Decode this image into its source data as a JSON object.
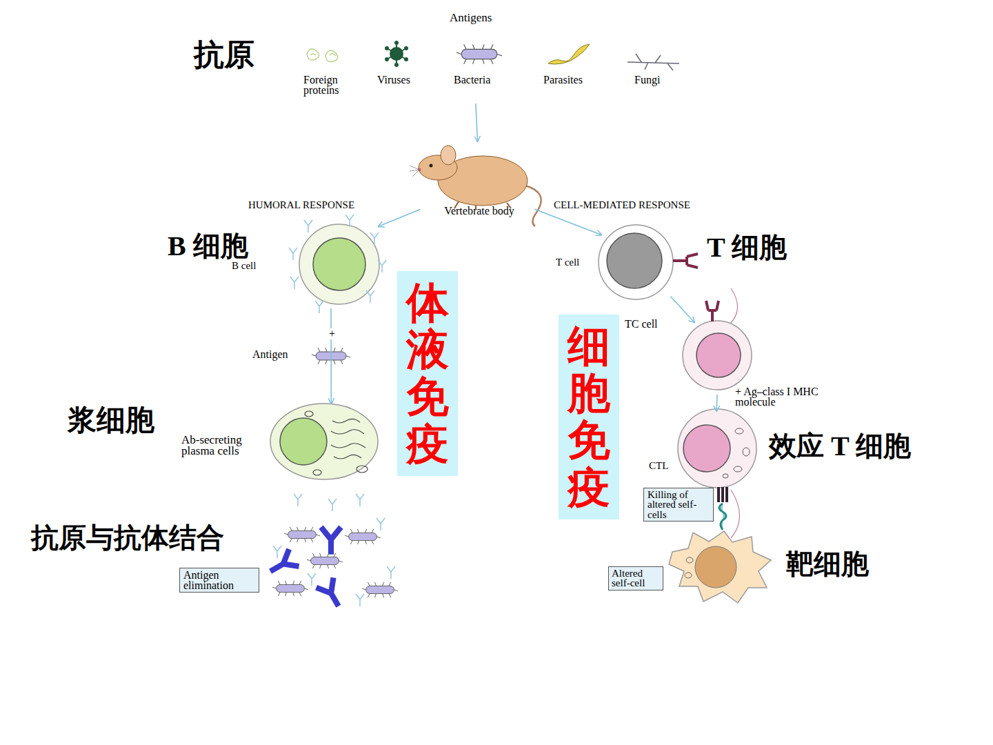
{
  "diagram": {
    "nodes": [
      {
        "text": [
          "抗原",
          "Antigens"
        ]
      },
      {
        "text": [
          "Vertebrate body"
        ]
      },
      {
        "text": [
          "B 细胞",
          "B cell"
        ]
      },
      {
        "text": [
          "浆细胞",
          "Ab-secreting plasma cells"
        ]
      },
      {
        "text": [
          "Antigen elimination"
        ]
      },
      {
        "text": [
          "T 细胞",
          "T cell"
        ]
      },
      {
        "text": [
          "TC cell"
        ]
      },
      {
        "text": [
          "效应 T 细胞",
          "CTL"
        ]
      },
      {
        "text": [
          "Killing of altered self-cells"
        ]
      },
      {
        "text": [
          "靶细胞",
          "Altered self-cell"
        ]
      },
      {
        "text": [
          "体液免疫"
        ]
      },
      {
        "text": [
          "细胞免疫"
        ]
      }
    ],
    "edges": [
      {
        "from": 0,
        "to": 1,
        "arrow": "to"
      },
      {
        "from": 1,
        "to": 2,
        "label": "HUMORAL RESPONSE",
        "arrow": "to"
      },
      {
        "from": 1,
        "to": 5,
        "label": "CELL-MEDIATED RESPONSE",
        "arrow": "to"
      },
      {
        "from": 2,
        "to": 3,
        "arrow": "to"
      },
      {
        "from": 5,
        "to": 6,
        "arrow": "to"
      },
      {
        "from": 6,
        "to": 7,
        "label": "+ Ag–class I MHC molecule",
        "arrow": "to"
      }
    ],
    "labels": [
      "Foreign proteins",
      "Viruses",
      "Bacteria",
      "Parasites",
      "Fungi",
      "+",
      "Antigen",
      "抗原与抗体结合"
    ]
  }
}
